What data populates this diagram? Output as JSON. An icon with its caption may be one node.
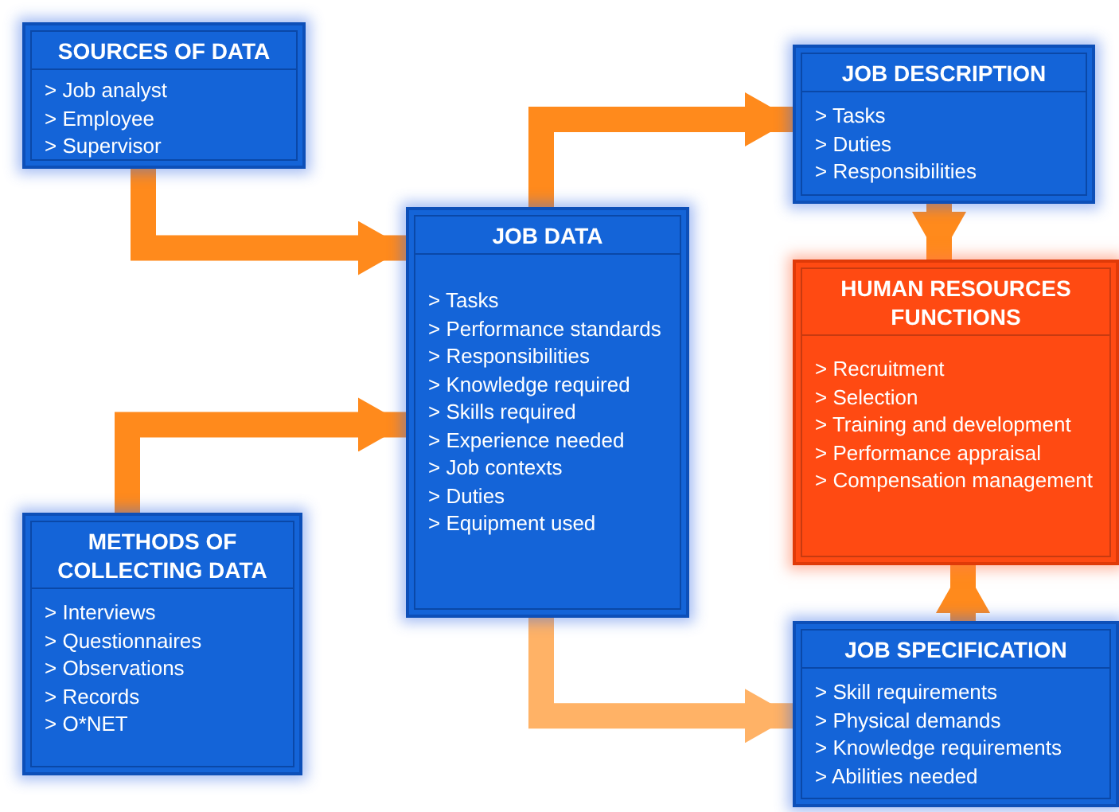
{
  "diagram": {
    "nodes": [
      {
        "text": [
          "SOURCES OF DATA",
          "> Job analyst",
          "> Employee",
          "> Supervisor"
        ]
      },
      {
        "text": [
          "METHODS OF COLLECTING DATA",
          "> Interviews",
          "> Questionnaires",
          "> Observations",
          "> Records",
          "> O*NET"
        ]
      },
      {
        "text": [
          "JOB DATA",
          "> Tasks",
          "> Performance standards",
          "> Responsibilities",
          "> Knowledge required",
          "> Skills required",
          "> Experience needed",
          "> Job contexts",
          "> Duties",
          "> Equipment used"
        ]
      },
      {
        "text": [
          "JOB DESCRIPTION",
          "> Tasks",
          "> Duties",
          "> Responsibilities"
        ]
      },
      {
        "text": [
          "HUMAN RESOURCES FUNCTIONS",
          "> Recruitment",
          "> Selection",
          "> Training and development",
          "> Performance appraisal",
          "> Compensation management"
        ]
      },
      {
        "text": [
          "JOB SPECIFICATION",
          "> Skill requirements",
          "> Physical demands",
          "> Knowledge requirements",
          "> Abilities needed"
        ]
      }
    ],
    "edges": [
      {
        "from": 0,
        "to": 2,
        "arrow": "to"
      },
      {
        "from": 1,
        "to": 2,
        "arrow": "to"
      },
      {
        "from": 2,
        "to": 3,
        "arrow": "to"
      },
      {
        "from": 2,
        "to": 5,
        "arrow": "to",
        "color": "#ffb266"
      },
      {
        "from": 3,
        "to": 4,
        "arrow": "to"
      },
      {
        "from": 5,
        "to": 4,
        "arrow": "to"
      }
    ]
  }
}
